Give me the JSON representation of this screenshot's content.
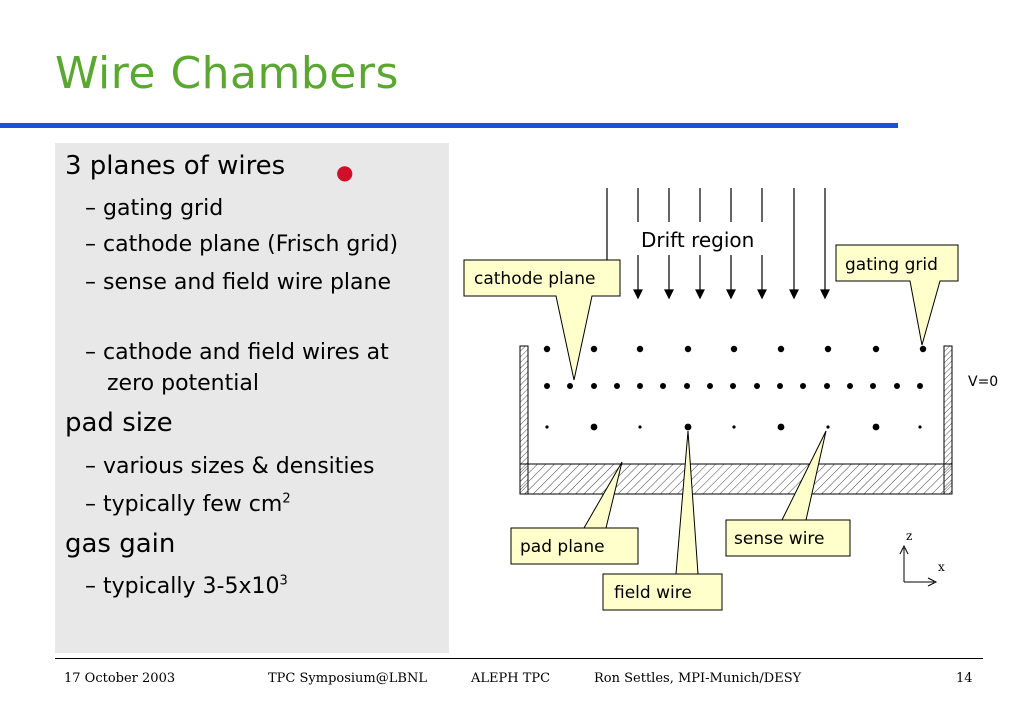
{
  "slide": {
    "title": "Wire Chambers",
    "accent_colors": {
      "title": "#5aa832",
      "rule": "#1a4fd6",
      "marker": "#d0102a"
    }
  },
  "bullets": {
    "b1_planes": "3 planes of wires",
    "gating": "– gating grid",
    "cathode": "– cathode plane (Frisch grid)",
    "sense_field": "– sense and field wire plane",
    "zero_line1": "– cathode and field wires at",
    "zero_line2": "zero potential",
    "b2_pad": "pad size",
    "pad_sizes": "– various sizes & densities",
    "pad_typical": "– typically few cm",
    "pad_typical_sup": "2",
    "b3_gain": "gas gain",
    "gain_typical": "– typically 3-5x10",
    "gain_typical_sup": "3"
  },
  "diagram": {
    "drift_region": "Drift region",
    "gating_grid": "gating grid",
    "cathode_plane": "cathode plane",
    "v_zero": "V=0",
    "sense_wire": "sense wire",
    "pad_plane": "pad plane",
    "field_wire": "field wire",
    "axis_z": "z",
    "axis_x": "x"
  },
  "footer": {
    "date": "17 October 2003",
    "event": "TPC Symposium@LBNL",
    "project": "ALEPH TPC",
    "author": "Ron Settles, MPI-Munich/DESY",
    "page": "14"
  }
}
